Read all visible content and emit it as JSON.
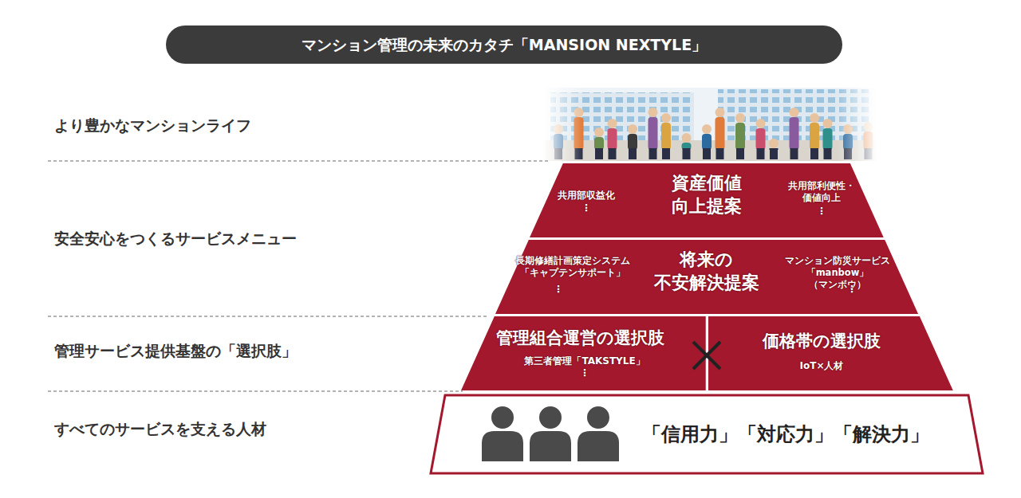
{
  "diagram": {
    "title": "マンション管理の未来のカタチ「MANSION NEXTYLE」",
    "nodes": [
      {
        "text": [
          "資産価値 向上提案",
          "共用部収益化",
          "⋮",
          "共用部利便性・ 価値向上",
          "⋮"
        ]
      },
      {
        "text": [
          "将来の 不安解決提案",
          "長期修繕計画策定システム 「キャプテンサポート」",
          "⋮",
          "マンション防災サービス 「manbow」（マンボウ）",
          "⋮"
        ]
      },
      {
        "text": [
          "管理組合運営の選択肢",
          "第三者管理「TAKSTYLE」",
          "⋮"
        ]
      },
      {
        "text": [
          "価格帯の選択肢",
          "IoT×人材"
        ]
      },
      {
        "text": [
          "「信用力」「対応力」「解決力」"
        ]
      }
    ],
    "labels": [
      "より豊かなマンションライフ",
      "安全安心をつくるサービスメニュー",
      "管理サービス提供基盤の「選択肢」",
      "すべてのサービスを支える人材"
    ]
  }
}
